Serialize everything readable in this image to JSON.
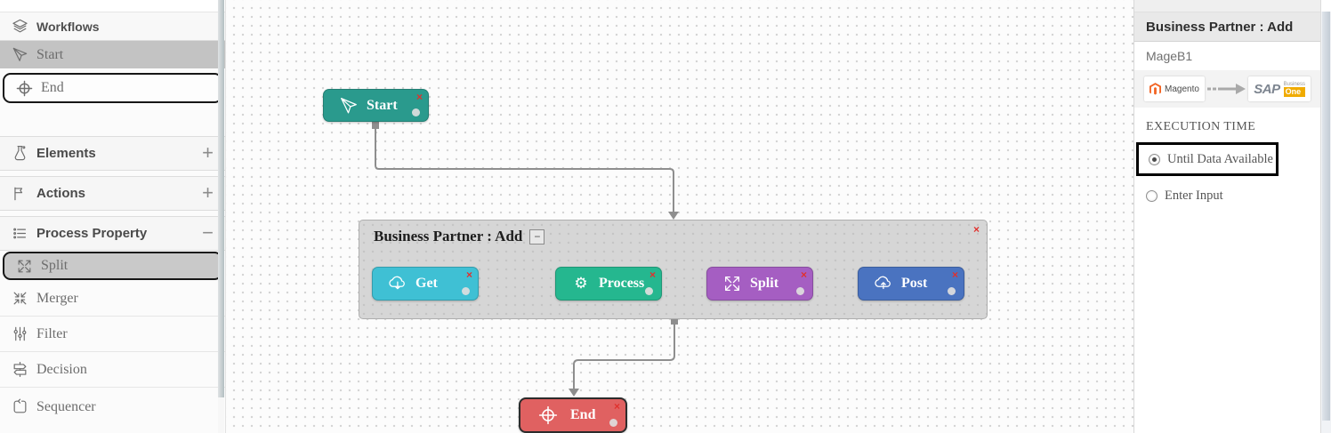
{
  "sidebar": {
    "workflows_label": "Workflows",
    "library_items": [
      {
        "label": "Start"
      },
      {
        "label": "End"
      }
    ],
    "sections": [
      {
        "label": "Elements",
        "toggle": "+"
      },
      {
        "label": "Actions",
        "toggle": "+"
      },
      {
        "label": "Process Property",
        "toggle": "−"
      }
    ],
    "process_items": [
      {
        "label": "Split"
      },
      {
        "label": "Merger"
      },
      {
        "label": "Filter"
      },
      {
        "label": "Decision"
      },
      {
        "label": "Sequencer"
      }
    ]
  },
  "canvas": {
    "start": {
      "label": "Start"
    },
    "end": {
      "label": "End"
    },
    "group": {
      "title": "Business Partner : Add",
      "nodes": [
        {
          "label": "Get"
        },
        {
          "label": "Process"
        },
        {
          "label": "Split"
        },
        {
          "label": "Post"
        }
      ]
    }
  },
  "panel": {
    "title": "Business Partner : Add",
    "connection_name": "MageB1",
    "source_app": "Magento",
    "target_app_sap": "SAP",
    "target_app_line1": "Business",
    "target_app_line2": "One",
    "section_label": "EXECUTION TIME",
    "options": [
      {
        "label": "Until Data Available",
        "selected": true
      },
      {
        "label": "Enter Input",
        "selected": false
      }
    ]
  },
  "ui": {
    "close_glyph": "×",
    "collapse_glyph": "−",
    "gear_glyph": "⚙"
  },
  "colors": {
    "start_node": "#2a9a8d",
    "get_node": "#3fc0d4",
    "process_node": "#25b78f",
    "split_node": "#a55ec2",
    "post_node": "#4a73c0",
    "end_node": "#e06161",
    "delete_red": "#e0312e",
    "selection_red": "#d92626",
    "handle_blue": "#2e9be6",
    "magento_orange": "#f26322",
    "sap_gold": "#f0ab00"
  }
}
